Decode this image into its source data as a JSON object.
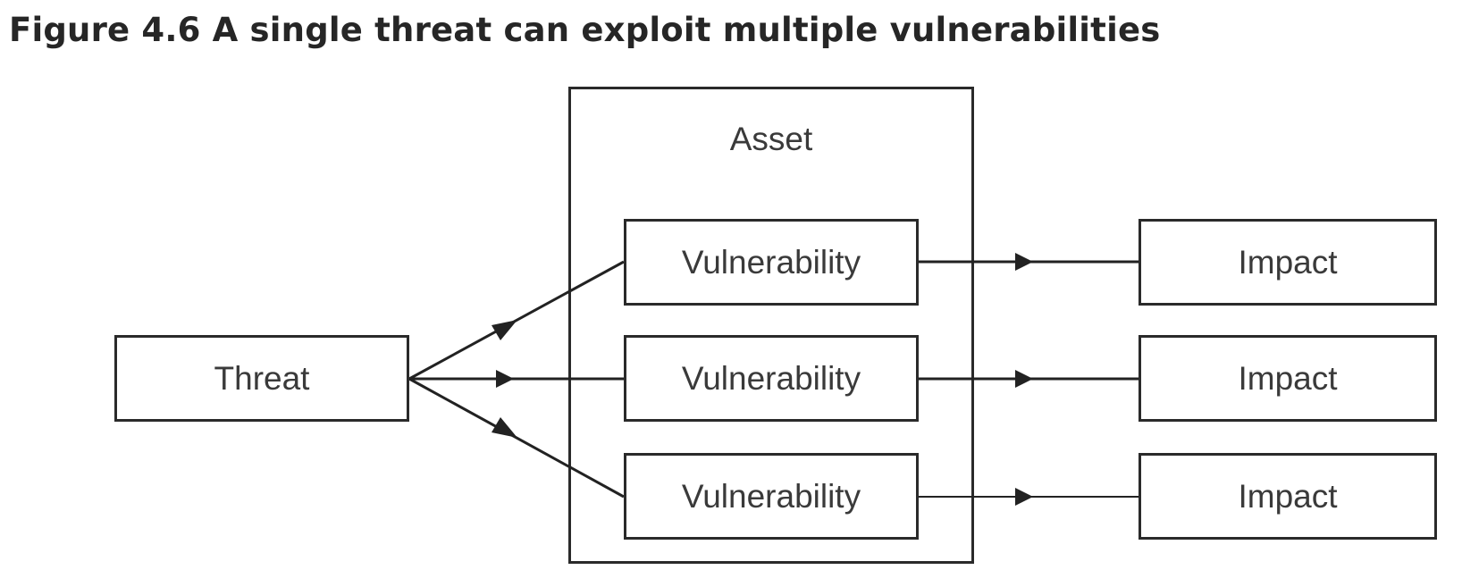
{
  "figure": {
    "title": "Figure 4.6 A single threat can exploit multiple vulnerabilities"
  },
  "diagram": {
    "asset_label": "Asset",
    "threat_label": "Threat",
    "vulnerabilities": [
      "Vulnerability",
      "Vulnerability",
      "Vulnerability"
    ],
    "impacts": [
      "Impact",
      "Impact",
      "Impact"
    ]
  }
}
